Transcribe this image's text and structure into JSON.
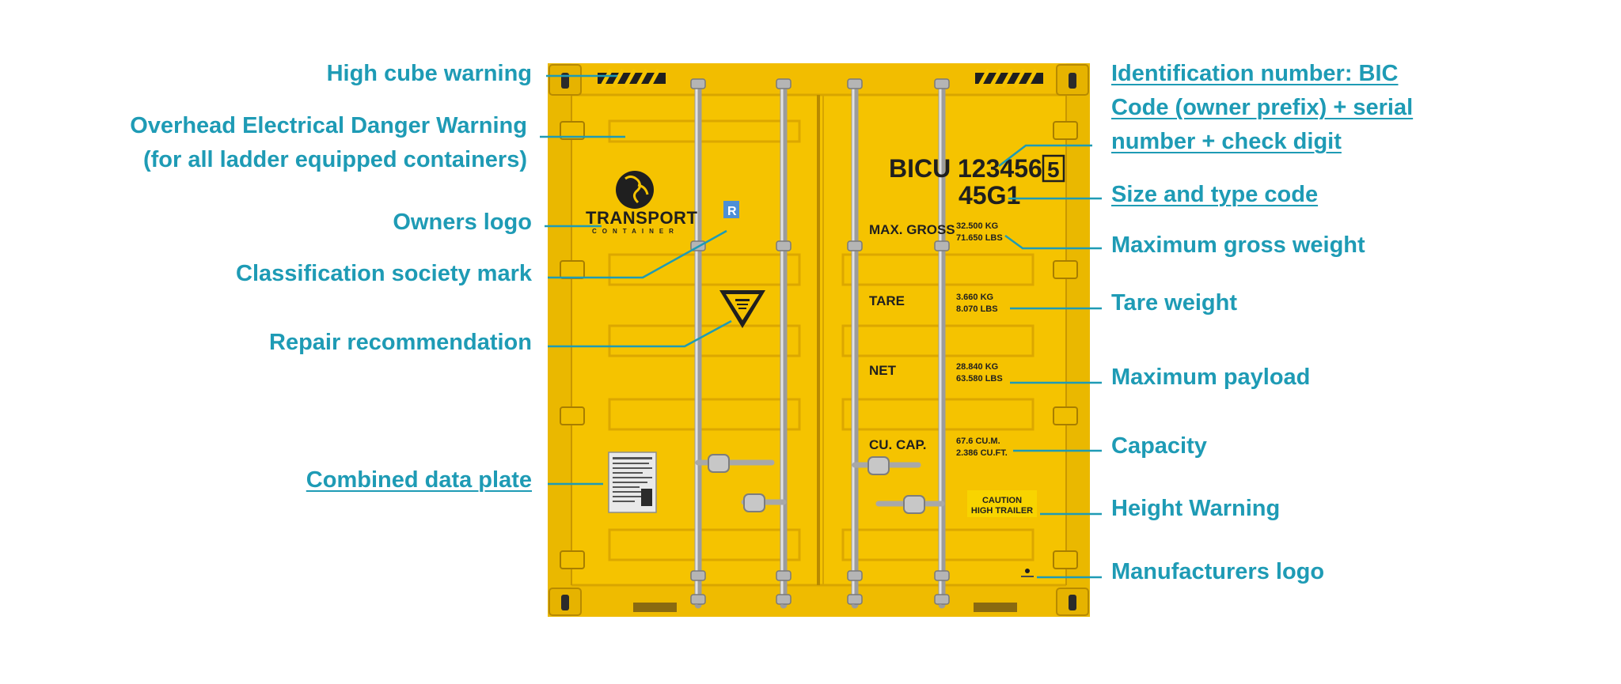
{
  "labels": {
    "high_cube": "High cube warning",
    "overhead_1": "Overhead Electrical Danger Warning",
    "overhead_2": "(for all ladder equipped containers)",
    "owners_logo": "Owners logo",
    "classification": "Classification society mark",
    "repair": "Repair recommendation",
    "data_plate": "Combined data plate",
    "ident_1": "Identification number: BIC",
    "ident_2": "Code (owner prefix) + serial",
    "ident_3": "number + check digit",
    "size_type": "Size and type code",
    "max_gross": "Maximum gross weight",
    "tare": "Tare weight",
    "payload": "Maximum payload",
    "capacity": "Capacity",
    "height_warning": "Height Warning",
    "manufacturer": "Manufacturers logo"
  },
  "container": {
    "brand_line1": "TRANSPORT",
    "brand_line2": "CONTAINER",
    "class_mark": "R",
    "prefix": "BICU",
    "serial": "123456",
    "check_digit": "5",
    "type_code": "45G1",
    "weights": [
      {
        "name": "MAX. GROSS",
        "kg": "32.500 KG",
        "lbs": "71.650 LBS"
      },
      {
        "name": "TARE",
        "kg": "3.660 KG",
        "lbs": "8.070 LBS"
      },
      {
        "name": "NET",
        "kg": "28.840 KG",
        "lbs": "63.580 LBS"
      },
      {
        "name": "CU. CAP.",
        "kg": "67.6 CU.M.",
        "lbs": "2.386 CU.FT."
      }
    ],
    "caution_1": "CAUTION",
    "caution_2": "HIGH TRAILER"
  },
  "colors": {
    "label": "#1e9bb5",
    "container": "#f6c400",
    "container_dark": "#d9a600",
    "text": "#1f1f1f"
  }
}
